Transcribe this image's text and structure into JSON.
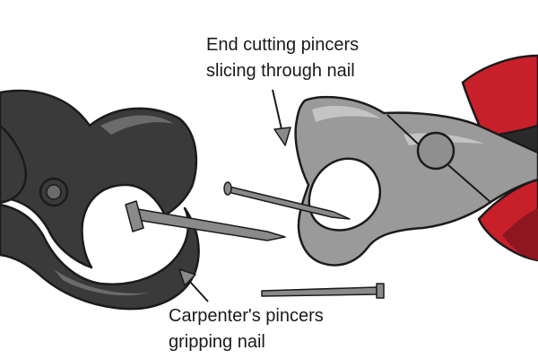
{
  "labels": {
    "end_cutting": [
      "End cutting pincers",
      "slicing through nail"
    ],
    "carpenters": [
      "Carpenter's pincers",
      "gripping nail"
    ]
  },
  "colors": {
    "outline": "#1b1b1b",
    "carpenters_pincers_dark": "#3a3a3a",
    "carpenters_pincers_highlight": "#6b6b6b",
    "end_cutters_metal": "#9a9a9a",
    "end_cutters_highlight": "#c4c4c4",
    "handle_red": "#c8202b",
    "handle_red_dark": "#8e1620",
    "handle_black": "#2a2a2a",
    "nail_grey": "#8a8a8a",
    "pivot_grey": "#8f8f8f"
  },
  "icons": [
    "carpenters-pincers",
    "end-cutting-pincers",
    "nail",
    "arrow"
  ]
}
